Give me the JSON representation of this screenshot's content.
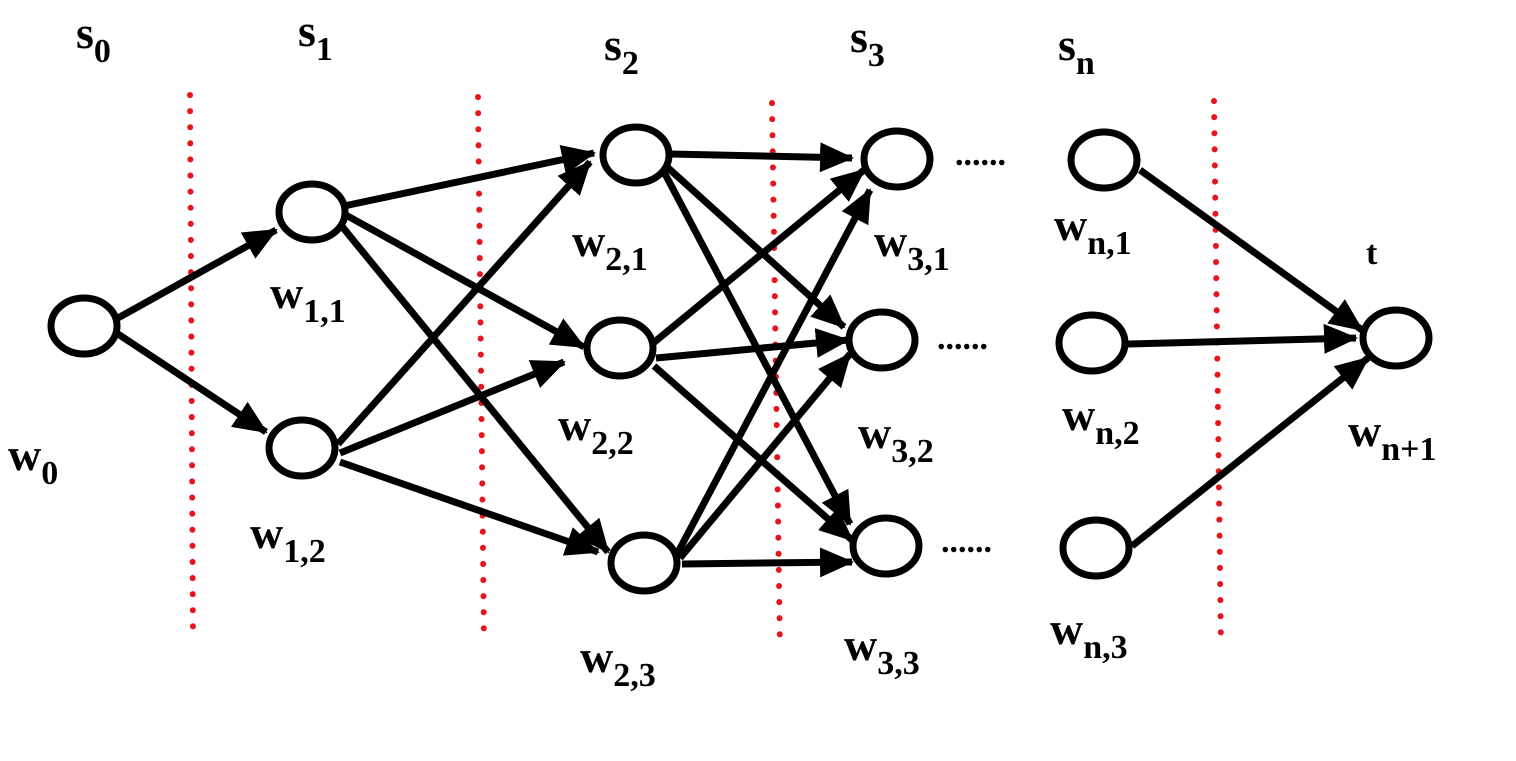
{
  "stages": [
    {
      "base": "s",
      "sub": "0"
    },
    {
      "base": "s",
      "sub": "1"
    },
    {
      "base": "s",
      "sub": "2"
    },
    {
      "base": "s",
      "sub": "3"
    },
    {
      "base": "s",
      "sub": "n"
    }
  ],
  "nodes": {
    "w0": {
      "base": "w",
      "sub": "0"
    },
    "w1_1": {
      "base": "w",
      "sub": "1,1"
    },
    "w1_2": {
      "base": "w",
      "sub": "1,2"
    },
    "w2_1": {
      "base": "w",
      "sub": "2,1"
    },
    "w2_2": {
      "base": "w",
      "sub": "2,2"
    },
    "w2_3": {
      "base": "w",
      "sub": "2,3"
    },
    "w3_1": {
      "base": "w",
      "sub": "3,1"
    },
    "w3_2": {
      "base": "w",
      "sub": "3,2"
    },
    "w3_3": {
      "base": "w",
      "sub": "3,3"
    },
    "wn_1": {
      "base": "w",
      "sub": "n,1"
    },
    "wn_2": {
      "base": "w",
      "sub": "n,2"
    },
    "wn_3": {
      "base": "w",
      "sub": "n,3"
    },
    "wn1": {
      "base": "w",
      "sub": "n+1"
    }
  },
  "sink_label": "t",
  "ellipsis": "......",
  "colors": {
    "separator": "#e8141b",
    "edge": "#000000",
    "node_fill": "#ffffff"
  }
}
